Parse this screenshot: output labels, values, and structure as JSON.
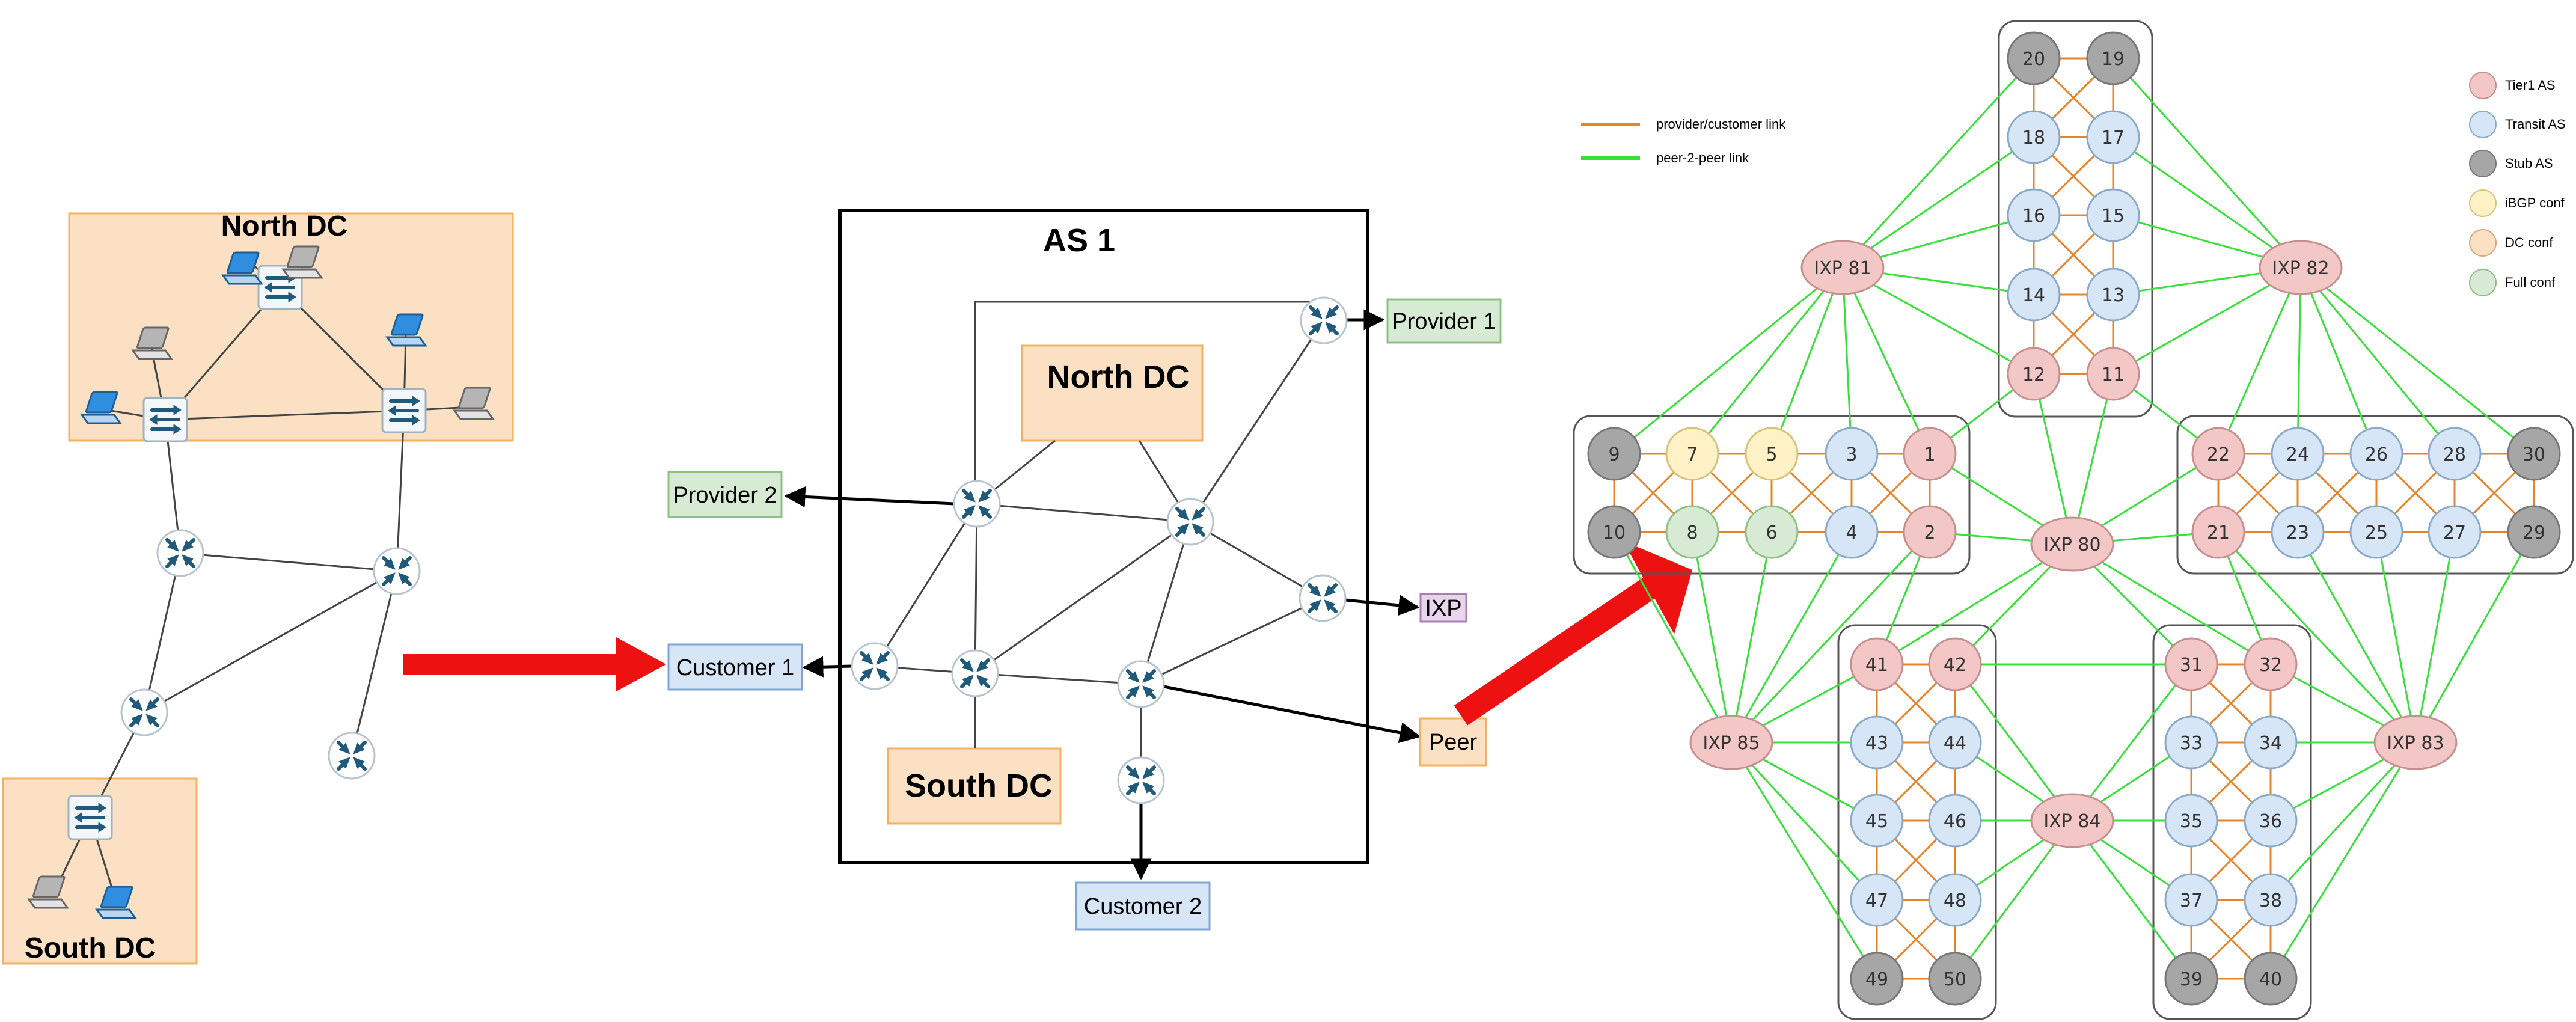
{
  "panels": {
    "left": {
      "north_dc_title": "North DC",
      "south_dc_title": "South DC"
    },
    "middle": {
      "as_title": "AS 1",
      "north_dc_label": "North DC",
      "south_dc_label": "South DC",
      "provider1_label": "Provider 1",
      "provider2_label": "Provider 2",
      "customer1_label": "Customer 1",
      "customer2_label": "Customer 2",
      "ixp_label": "IXP",
      "peer_label": "Peer"
    },
    "right": {
      "legend_links": [
        {
          "label": "provider/customer link",
          "color": "#e8832a"
        },
        {
          "label": "peer-2-peer link",
          "color": "#39e03a"
        }
      ],
      "legend_nodes": [
        {
          "label": "Tier1 AS",
          "color": "#f4c7c7"
        },
        {
          "label": "Transit AS",
          "color": "#d6e6f7"
        },
        {
          "label": "Stub AS",
          "color": "#a6a6a6"
        },
        {
          "label": "iBGP conf",
          "color": "#fff1c6"
        },
        {
          "label": "DC conf",
          "color": "#fbe0c4"
        },
        {
          "label": "Full conf",
          "color": "#d7ead3"
        }
      ],
      "ixps": [
        "IXP 80",
        "IXP 81",
        "IXP 82",
        "IXP 83",
        "IXP 84",
        "IXP 85"
      ],
      "as_nodes": [
        "1",
        "2",
        "3",
        "4",
        "5",
        "6",
        "7",
        "8",
        "9",
        "10",
        "11",
        "12",
        "13",
        "14",
        "15",
        "16",
        "17",
        "18",
        "19",
        "20",
        "21",
        "22",
        "23",
        "24",
        "25",
        "26",
        "27",
        "28",
        "29",
        "30",
        "31",
        "32",
        "33",
        "34",
        "35",
        "36",
        "37",
        "38",
        "39",
        "40",
        "41",
        "42",
        "43",
        "44",
        "45",
        "46",
        "47",
        "48",
        "49",
        "50"
      ]
    }
  },
  "colors": {
    "dc_fill": "#fbe0c4",
    "provider_fill": "#d7ead3",
    "customer_fill": "#d6e6f7",
    "ixp_fill": "#e8d5ec",
    "peer_fill": "#fbe0c4",
    "arrow_red": "#ee1111",
    "router_blue": "#1f5a7a"
  }
}
